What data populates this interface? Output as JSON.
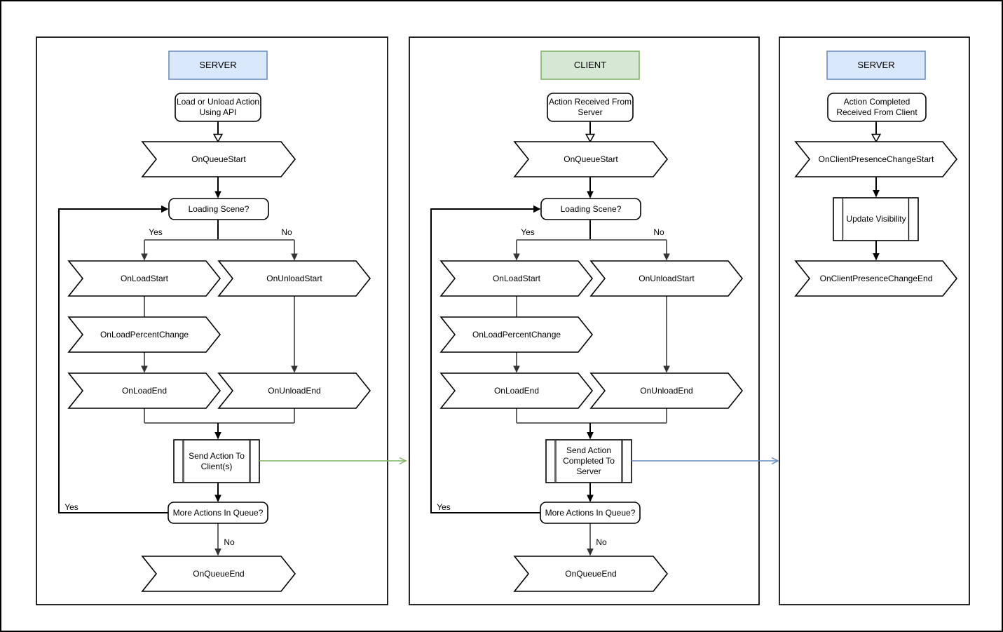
{
  "server_queue": {
    "header": "SERVER",
    "start": "Load or Unload Action Using API",
    "on_queue_start": "OnQueueStart",
    "loading_scene": "Loading Scene?",
    "label_yes": "Yes",
    "label_no": "No",
    "on_load_start": "OnLoadStart",
    "on_unload_start": "OnUnloadStart",
    "on_load_percent_change": "OnLoadPercentChange",
    "on_load_end": "OnLoadEnd",
    "on_unload_end": "OnUnloadEnd",
    "send_action": "Send Action To Client(s)",
    "more_actions": "More Actions In Queue?",
    "label_yes_loop": "Yes",
    "label_no_end": "No",
    "on_queue_end": "OnQueueEnd"
  },
  "client_queue": {
    "header": "CLIENT",
    "start": "Action Received From Server",
    "on_queue_start": "OnQueueStart",
    "loading_scene": "Loading Scene?",
    "label_yes": "Yes",
    "label_no": "No",
    "on_load_start": "OnLoadStart",
    "on_unload_start": "OnUnloadStart",
    "on_load_percent_change": "OnLoadPercentChange",
    "on_load_end": "OnLoadEnd",
    "on_unload_end": "OnUnloadEnd",
    "send_action": "Send Action Completed To Server",
    "more_actions": "More Actions In Queue?",
    "label_yes_loop": "Yes",
    "label_no_end": "No",
    "on_queue_end": "OnQueueEnd"
  },
  "server_presence": {
    "header": "SERVER",
    "start": "Action Completed Received From Client",
    "on_client_presence_change_start": "OnClientPresenceChangeStart",
    "update_visibility": "Update Visibility",
    "on_client_presence_change_end": "OnClientPresenceChangeEnd"
  },
  "colors": {
    "server_header_fill": "#dae8fc",
    "server_header_stroke": "#6c8ebf",
    "client_header_fill": "#d5e8d4",
    "client_header_stroke": "#82b366",
    "cross_edge_green": "#82b366",
    "cross_edge_blue": "#6c8ebf",
    "connector_gray": "#666666",
    "connector_black": "#000000"
  }
}
